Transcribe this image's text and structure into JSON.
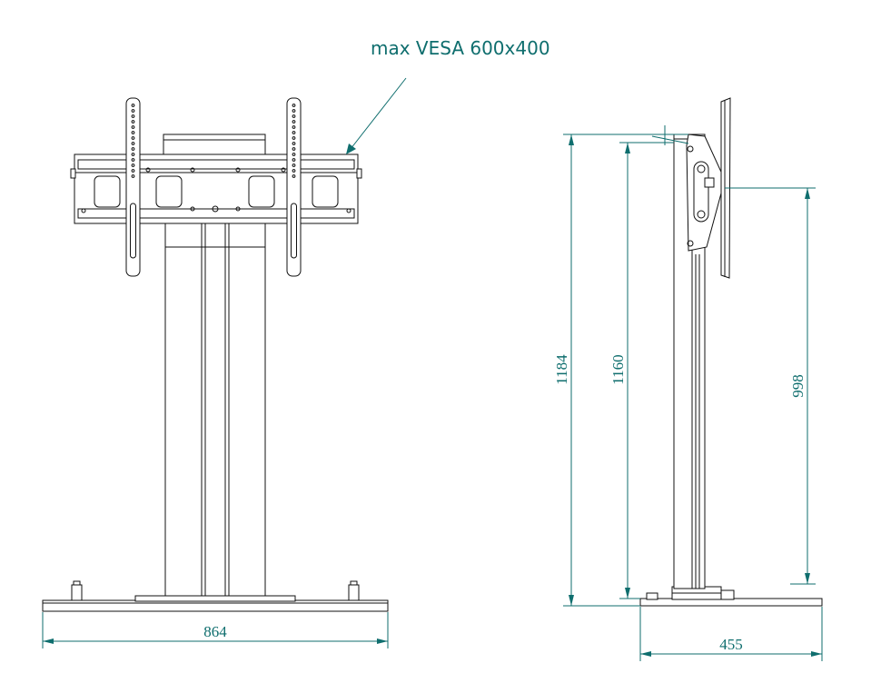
{
  "annotation": {
    "vesa_label": "max VESA 600x400"
  },
  "dimensions": {
    "base_width": "864",
    "overall_height": "1184",
    "column_height": "1160",
    "mount_height": "998",
    "base_depth": "455"
  },
  "colors": {
    "dimension": "#0f6e6e",
    "ink": "#111111"
  }
}
